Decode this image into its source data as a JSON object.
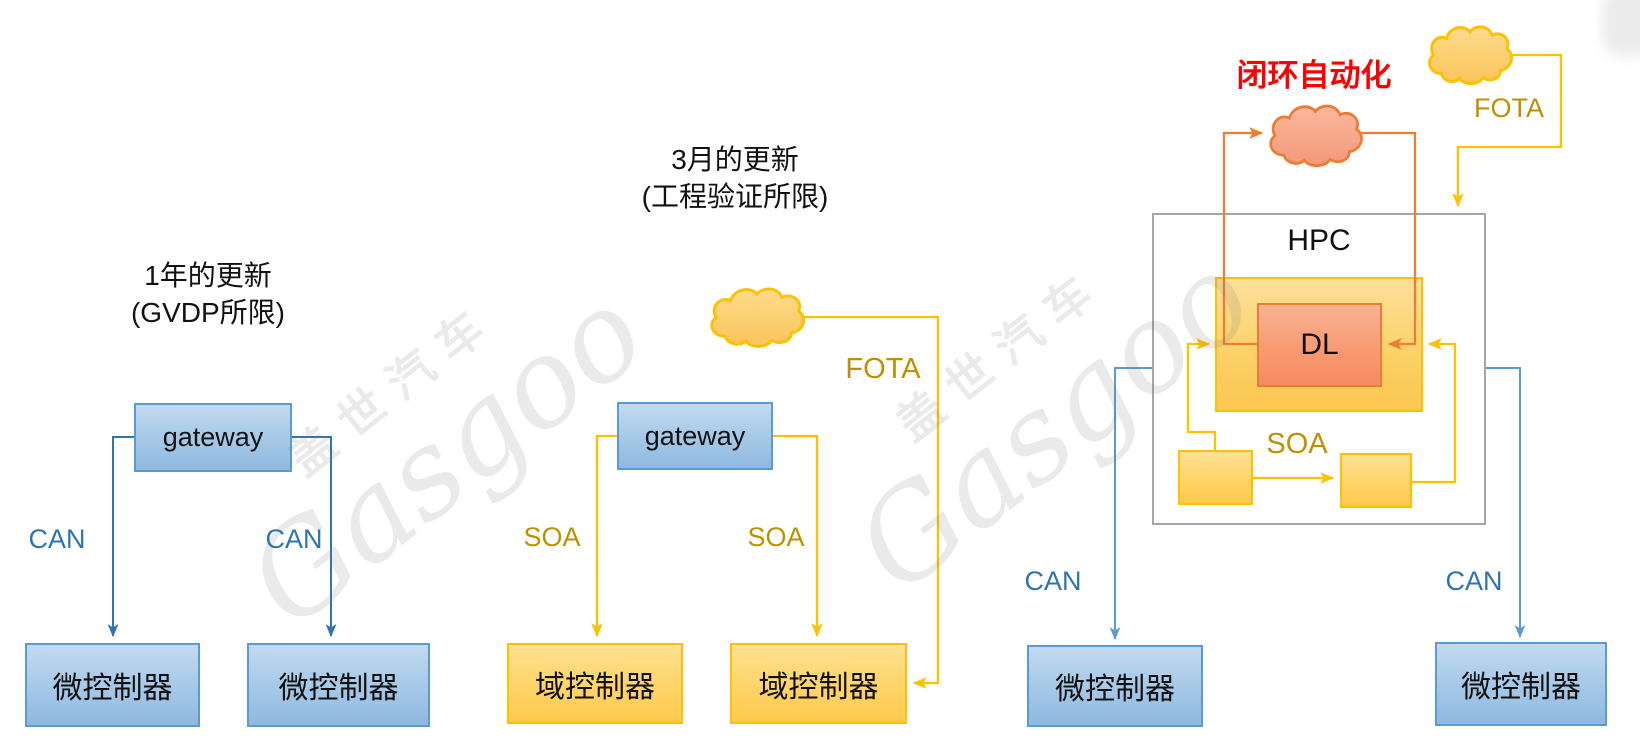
{
  "watermark": {
    "cn": "盖世汽车",
    "en": "Gasgoo"
  },
  "left_section": {
    "title_line1": "1年的更新",
    "title_line2": "(GVDP所限)",
    "gateway": "gateway",
    "can_left": "CAN",
    "can_right": "CAN",
    "controller_left": "微控制器",
    "controller_right": "微控制器"
  },
  "middle_section": {
    "title_line1": "3月的更新",
    "title_line2": "(工程验证所限)",
    "gateway": "gateway",
    "fota": "FOTA",
    "soa_left": "SOA",
    "soa_right": "SOA",
    "controller_left": "域控制器",
    "controller_right": "域控制器"
  },
  "right_section": {
    "closed_loop_label": "闭环自动化",
    "fota": "FOTA",
    "hpc": "HPC",
    "dl": "DL",
    "soa": "SOA",
    "can_left": "CAN",
    "can_right": "CAN",
    "controller_left": "微控制器",
    "controller_right": "微控制器"
  },
  "colors": {
    "blue_line_dark": "#2E75B6",
    "blue_line_light": "#5B9BD5",
    "blue_box_border": "#5B9BD5",
    "yellow_line": "#FFC000",
    "yellow_box_border": "#FFC000",
    "orange_line": "#ED7D31",
    "gold_text": "#BF9000",
    "can_text": "#2E74B5",
    "red_text": "#FF0000",
    "hpc_border": "#A6A6A6"
  }
}
